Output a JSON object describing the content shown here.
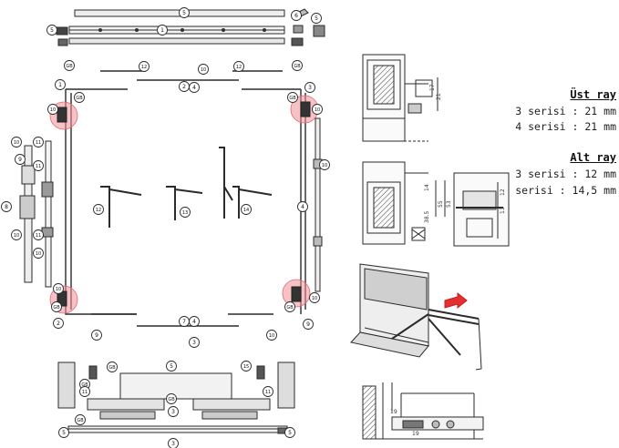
{
  "callouts": {
    "c1": "5",
    "c2": "6",
    "c3": "5",
    "c4": "1",
    "c5": "5",
    "c6": "GB",
    "c7": "12",
    "c8": "10",
    "c9": "12",
    "c10": "GB",
    "c11": "1",
    "c12": "2",
    "c13": "4",
    "c14": "3",
    "c15": "GB",
    "c16": "10",
    "c17": "10",
    "c18": "GB",
    "c19": "10",
    "c20": "11",
    "c21": "9",
    "c22": "11",
    "c23": "8",
    "c24": "10",
    "c25": "4",
    "c26": "10",
    "c27": "11",
    "c28": "10",
    "c29": "12",
    "c30": "13",
    "c31": "14",
    "c32": "10",
    "c33": "GB",
    "c34": "2",
    "c35": "7",
    "c36": "4",
    "c37": "9",
    "c38": "10",
    "c39": "9",
    "c40": "10",
    "c41": "GB",
    "c42": "3",
    "c43": "GB",
    "c44": "5",
    "c45": "15",
    "c46": "GB",
    "c47": "11",
    "c48": "11",
    "c49": "GB",
    "c50": "3",
    "c51": "5",
    "c52": "GB",
    "c53": "5",
    "c54": "3"
  },
  "section_dims": {
    "d1": "21",
    "d2": "17",
    "d3": "14",
    "d4": "55",
    "d5": "53",
    "d6": "38.5",
    "d7": "12",
    "d8": "13",
    "d9": "19",
    "d10": "19"
  },
  "legend": {
    "top_title": "Üst ray",
    "top_line1": "3 serisi : 21 mm",
    "top_line2": "4 serisi : 21 mm",
    "bottom_title": "Alt ray",
    "bottom_line1": "3 serisi : 12 mm",
    "bottom_line2": "serisi : 14,5 mm"
  },
  "colors": {
    "line": "#2b2b2b",
    "highlight": "#f08f98",
    "part_fill": "#d9d9d9"
  }
}
